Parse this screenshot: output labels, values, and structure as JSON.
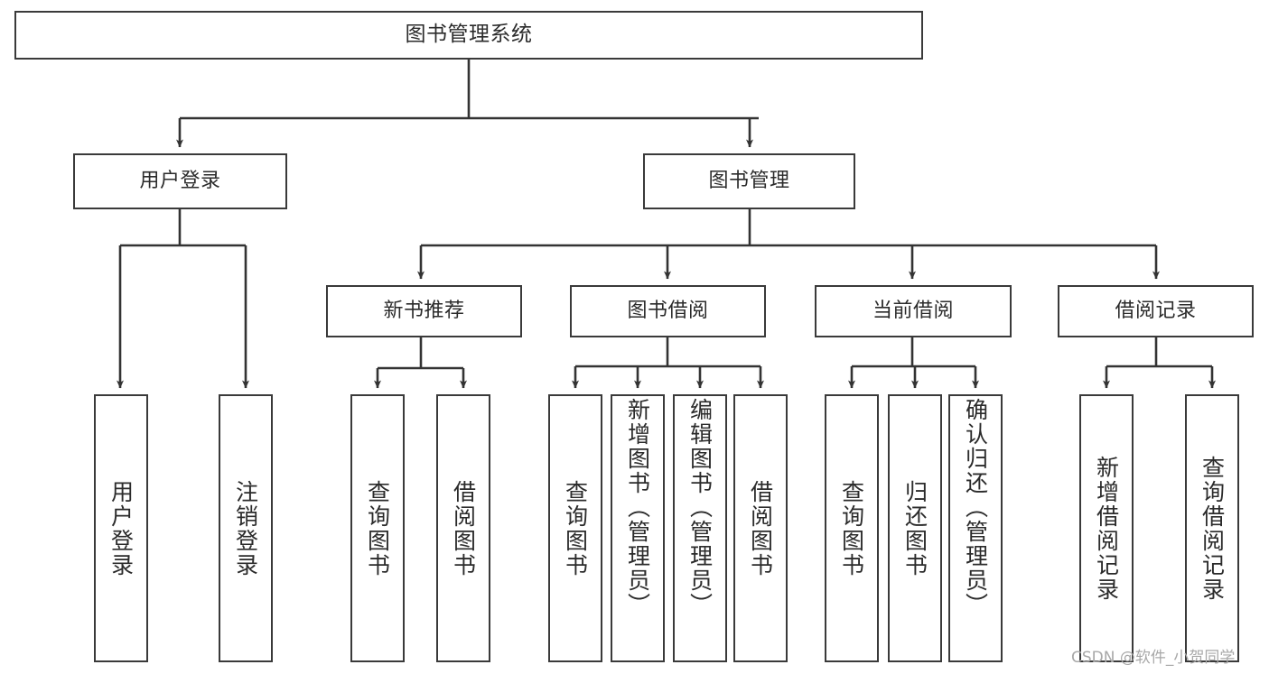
{
  "diagram": {
    "title": "图书管理系统",
    "type": "tree-hierarchy-flowchart",
    "colors": {
      "border": "#3a3a3a",
      "box_fill": "#ffffff",
      "text": "#2b2b2b",
      "edge": "#333333",
      "watermark": "#a8a8a8",
      "background": "#ffffff"
    },
    "root": {
      "label": "图书管理系统"
    },
    "level2": [
      {
        "label": "用户登录"
      },
      {
        "label": "图书管理"
      }
    ],
    "level3": [
      {
        "label": "新书推荐"
      },
      {
        "label": "图书借阅"
      },
      {
        "label": "当前借阅"
      },
      {
        "label": "借阅记录"
      }
    ],
    "leaves": {
      "user_login": [
        {
          "label": "用户登录"
        },
        {
          "label": "注销登录"
        }
      ],
      "new_book_recommend": [
        {
          "label": "查询图书"
        },
        {
          "label": "借阅图书"
        }
      ],
      "book_borrow": [
        {
          "label": "查询图书"
        },
        {
          "label": "新增图书（管理员）"
        },
        {
          "label": "编辑图书（管理员）"
        },
        {
          "label": "借阅图书"
        }
      ],
      "current_borrow": [
        {
          "label": "查询图书"
        },
        {
          "label": "归还图书"
        },
        {
          "label": "确认归还（管理员）"
        }
      ],
      "borrow_record": [
        {
          "label": "新增借阅记录"
        },
        {
          "label": "查询借阅记录"
        }
      ]
    }
  },
  "watermark": {
    "text": "CSDN @软件_小贺同学"
  }
}
